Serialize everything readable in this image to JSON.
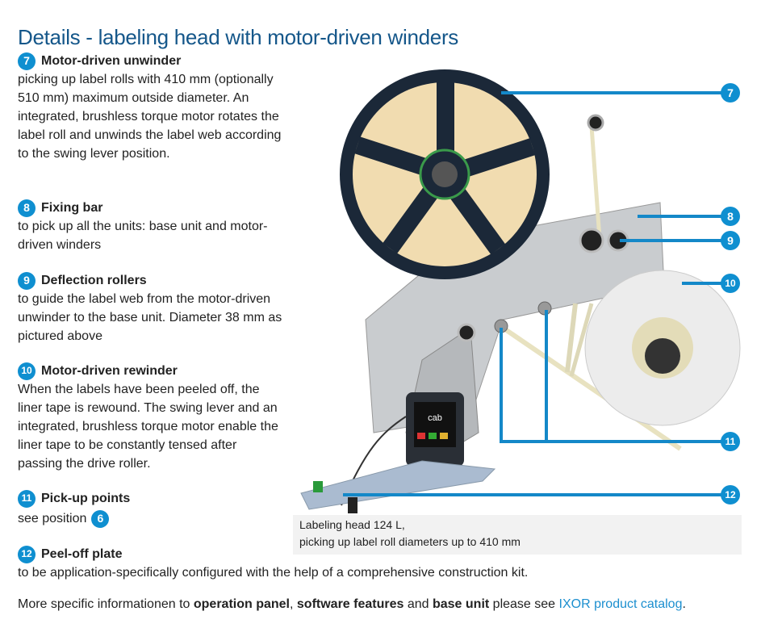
{
  "title": "Details - labeling head with motor-driven winders",
  "items": [
    {
      "num": "7",
      "heading": "Motor-driven unwinder",
      "text": "picking up label rolls with 410 mm (optionally 510 mm) maximum outside diameter. An integrated, brushless torque motor rotates the label roll and unwinds the label web according to the swing lever position."
    },
    {
      "num": "8",
      "heading": "Fixing bar",
      "text": "to pick up all the units: base unit and motor-driven winders"
    },
    {
      "num": "9",
      "heading": "Deflection rollers",
      "text": "to guide the label web from the motor-driven unwinder to the base unit. Diameter 38 mm as pictured above"
    },
    {
      "num": "10",
      "heading": "Motor-driven rewinder",
      "text": "When the labels have been peeled off, the liner tape is rewound. The swing lever and an integrated, brushless torque motor enable the liner tape to be constantly tensed after passing the drive roller."
    },
    {
      "num": "11",
      "heading": "Pick-up points",
      "text": "see position",
      "ref": "6"
    },
    {
      "num": "12",
      "heading": "Peel-off plate",
      "text": "to be application-specifically configured with the help of a comprehensive construction kit."
    }
  ],
  "figure": {
    "callouts": [
      "7",
      "8",
      "9",
      "10",
      "11",
      "12"
    ],
    "screen_logo": "cab",
    "caption_line1": "Labeling head 124 L,",
    "caption_line2": "picking up label roll diameters up to 410 mm"
  },
  "footer": {
    "prefix": "More specific informationen to ",
    "b1": "operation panel",
    "sep1": ", ",
    "b2": "software features",
    "mid": " and ",
    "b3": "base unit",
    "suffix": " please see ",
    "link": "IXOR product catalog",
    "end": "."
  },
  "colors": {
    "accent": "#0f8fd0",
    "title": "#15578a",
    "link": "#1c8fcf"
  }
}
